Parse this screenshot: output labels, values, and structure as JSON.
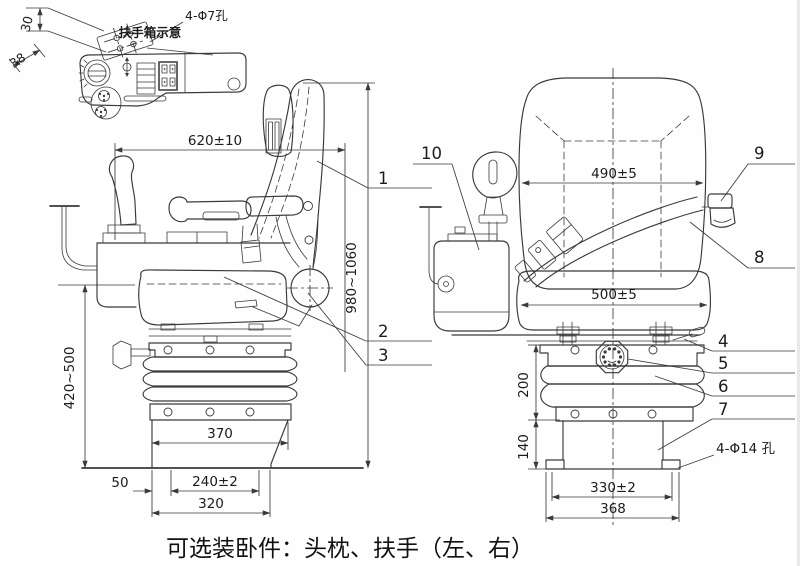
{
  "detail": {
    "title": "扶手箱示意",
    "holes_label": "4-Φ7孔",
    "dim_30": "30",
    "dim_38": "38"
  },
  "side_view": {
    "dim_depth": "620±10",
    "dim_height": "980~1060",
    "dim_cushion_height": "420~500",
    "dim_base_width": "370",
    "dim_offset": "50",
    "dim_mount_spacing": "240±2",
    "dim_base_bottom": "320",
    "callout_1": "1",
    "callout_2": "2",
    "callout_3": "3"
  },
  "front_view": {
    "dim_backrest_width": "490±5",
    "dim_cushion_width": "500±5",
    "dim_suspension_height": "200",
    "dim_pedestal_height": "140",
    "dim_mount_spacing": "330±2",
    "dim_base_width": "368",
    "holes_label": "4-Φ14 孔",
    "callout_4": "4",
    "callout_5": "5",
    "callout_6": "6",
    "callout_7": "7",
    "callout_8": "8",
    "callout_9": "9",
    "callout_10": "10"
  },
  "caption": "可选装卧件：头枕、扶手（左、右）"
}
